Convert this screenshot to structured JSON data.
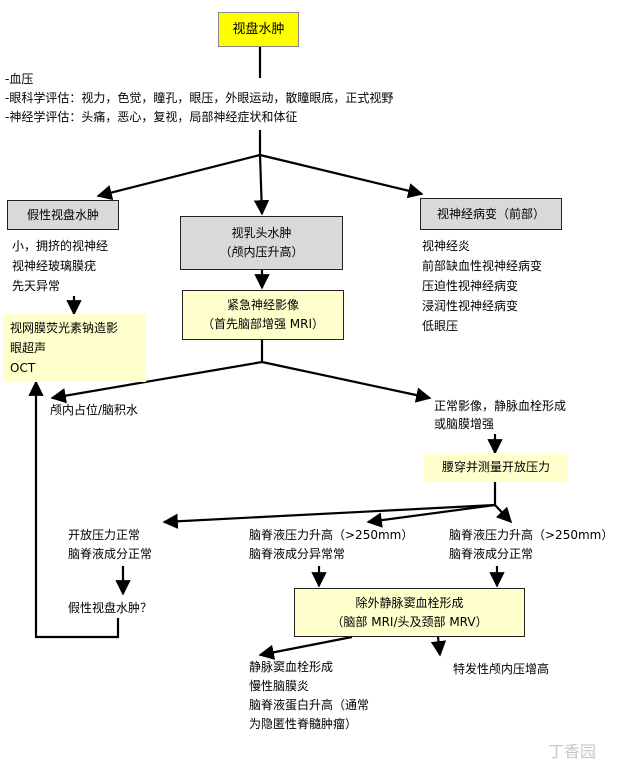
{
  "start": "视盘水肿",
  "assessment": [
    "-血压",
    "-眼科学评估：视力，色觉，瞳孔，眼压，外眼运动，散瞳眼底，正式视野",
    "-神经学评估：头痛，恶心，复视，局部神经症状和体征"
  ],
  "pseudo_box": "假性视盘水肿",
  "pseudo_list": [
    "小，拥挤的视神经",
    "视神经玻璃膜疣",
    "先天异常"
  ],
  "pseudo_tests": [
    "视网膜荧光素钠造影",
    "眼超声",
    "OCT"
  ],
  "papilledema_box": [
    "视乳头水肿",
    "（颅内压升高）"
  ],
  "imaging_box": [
    "紧急神经影像",
    "（首先脑部增强 MRI）"
  ],
  "neuropathy_box": "视神经病变（前部）",
  "neuropathy_list": [
    "视神经炎",
    "前部缺血性视神经病变",
    "压迫性视神经病变",
    "浸润性视神经病变",
    "低眼压"
  ],
  "mass": "颅内占位/脑积水",
  "normal_imaging": [
    "正常影像，静脉血栓形成",
    "或脑膜增强"
  ],
  "lp_box": "腰穿并测量开放压力",
  "lp_normal": [
    "开放压力正常",
    "脑脊液成分正常"
  ],
  "lp_high_abn": [
    "脑脊液压力升高（>250mm）",
    "脑脊液成分异常常"
  ],
  "lp_high_norm": [
    "脑脊液压力升高（>250mm）",
    "脑脊液成分正常"
  ],
  "pseudo_q": "假性视盘水肿？",
  "exclude_box": [
    "除外静脉窦血栓形成",
    "（脑部 MRI/头及颈部 MRV）"
  ],
  "causes": [
    "静脉窦血栓形成",
    "慢性脑膜炎",
    "脑脊液蛋白升高（通常",
    "为隐匿性脊髓肿瘤）"
  ],
  "iih": "特发性颅内压增高",
  "watermark": "丁香园",
  "colors": {
    "start": "#ffff00",
    "box": "#ffffcc",
    "gray": "#d9d9d9"
  }
}
